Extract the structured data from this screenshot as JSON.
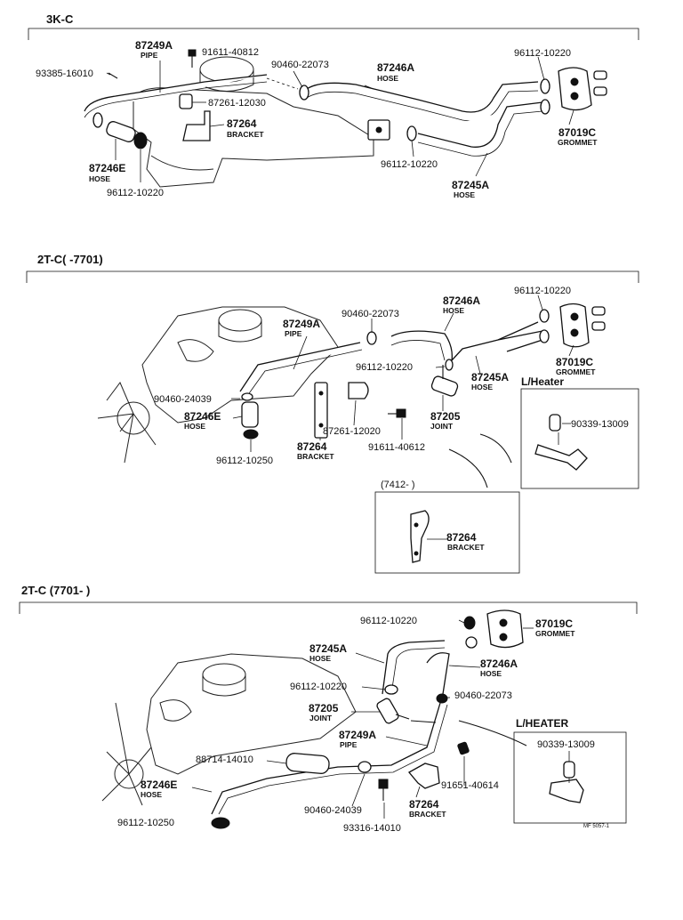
{
  "sections": [
    {
      "header": "3K-C",
      "labels": [
        {
          "part": "87249A",
          "desc": "PIPE"
        },
        {
          "part": "91611-40812",
          "desc": ""
        },
        {
          "part": "93385-16010",
          "desc": ""
        },
        {
          "part": "90460-22073",
          "desc": ""
        },
        {
          "part": "87246A",
          "desc": "HOSE"
        },
        {
          "part": "96112-10220",
          "desc": ""
        },
        {
          "part": "87261-12030",
          "desc": ""
        },
        {
          "part": "87264",
          "desc": "BRACKET"
        },
        {
          "part": "87019C",
          "desc": "GROMMET"
        },
        {
          "part": "87246E",
          "desc": "HOSE"
        },
        {
          "part": "96112-10220",
          "desc": ""
        },
        {
          "part": "96112-10220",
          "desc": ""
        },
        {
          "part": "87245A",
          "desc": "HOSE"
        }
      ]
    },
    {
      "header": "2T-C(      -7701)",
      "labels": [
        {
          "part": "87246A",
          "desc": "HOSE"
        },
        {
          "part": "96112-10220",
          "desc": ""
        },
        {
          "part": "87249A",
          "desc": "PIPE"
        },
        {
          "part": "90460-22073",
          "desc": ""
        },
        {
          "part": "87019C",
          "desc": "GROMMET"
        },
        {
          "part": "96112-10220",
          "desc": ""
        },
        {
          "part": "87245A",
          "desc": "HOSE"
        },
        {
          "part": "90460-24039",
          "desc": ""
        },
        {
          "part": "87246E",
          "desc": "HOSE"
        },
        {
          "part": "87261-12020",
          "desc": ""
        },
        {
          "part": "87205",
          "desc": "JOINT"
        },
        {
          "part": "96112-10250",
          "desc": ""
        },
        {
          "part": "87264",
          "desc": "BRACKET"
        },
        {
          "part": "91611-40612",
          "desc": ""
        }
      ],
      "inset_heater": {
        "title": "L/Heater",
        "part": "90339-13009"
      },
      "inset_bracket": {
        "title": "(7412-        )",
        "part": "87264",
        "desc": "BRACKET"
      }
    },
    {
      "header": "2T-C (7701-        )",
      "labels": [
        {
          "part": "96112-10220",
          "desc": ""
        },
        {
          "part": "87019C",
          "desc": "GROMMET"
        },
        {
          "part": "87245A",
          "desc": "HOSE"
        },
        {
          "part": "87246A",
          "desc": "HOSE"
        },
        {
          "part": "96112-10220",
          "desc": ""
        },
        {
          "part": "90460-22073",
          "desc": ""
        },
        {
          "part": "87205",
          "desc": "JOINT"
        },
        {
          "part": "87249A",
          "desc": "PIPE"
        },
        {
          "part": "88714-14010",
          "desc": ""
        },
        {
          "part": "91651-40614",
          "desc": ""
        },
        {
          "part": "87246E",
          "desc": "HOSE"
        },
        {
          "part": "90460-24039",
          "desc": ""
        },
        {
          "part": "87264",
          "desc": "BRACKET"
        },
        {
          "part": "96112-10250",
          "desc": ""
        },
        {
          "part": "93316-14010",
          "desc": ""
        }
      ],
      "inset_heater": {
        "title": "L/HEATER",
        "part": "90339-13009"
      }
    }
  ],
  "footer_code": "MF 5057-1"
}
